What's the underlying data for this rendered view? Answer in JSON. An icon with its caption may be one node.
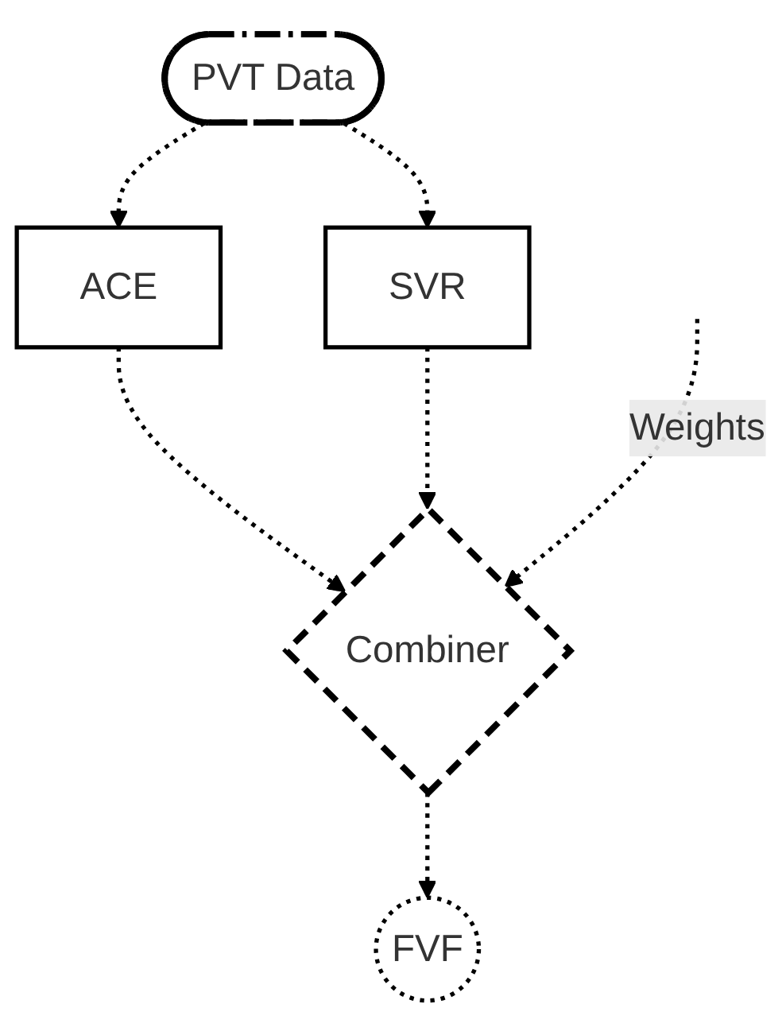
{
  "diagram": {
    "nodes": [
      {
        "text": [
          "PVT Data"
        ]
      },
      {
        "text": [
          "SVR"
        ]
      },
      {
        "text": [
          "ACE"
        ]
      },
      {
        "text": [
          "Combiner"
        ]
      },
      {
        "text": [
          "FVF"
        ]
      }
    ],
    "edges": [
      {
        "from": 0,
        "to": 1,
        "arrow": "to",
        "style": "dashed"
      },
      {
        "from": 0,
        "to": 2,
        "arrow": "to",
        "style": "dashed"
      },
      {
        "from": 2,
        "to": 3,
        "arrow": "to",
        "style": "dashed"
      },
      {
        "from": 1,
        "to": 3,
        "arrow": "to",
        "style": "dashed"
      },
      {
        "from": null,
        "to": 3,
        "arrow": "to",
        "style": "dashed",
        "label": "Weights"
      },
      {
        "from": 3,
        "to": 4,
        "arrow": "to",
        "style": "dashed"
      }
    ]
  }
}
